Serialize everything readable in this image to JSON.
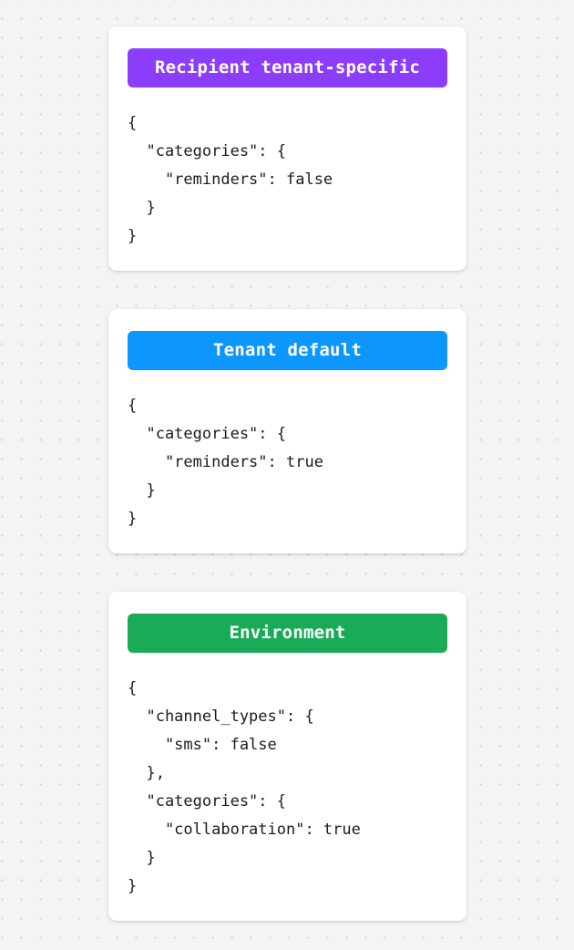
{
  "page": {
    "background_color": "#f4f4f4",
    "dot_color": "#cfcfcf",
    "card_background": "#ffffff",
    "code_text_color": "#1b1b1b"
  },
  "cards": [
    {
      "badge_label": "Recipient tenant-specific",
      "badge_color": "#8b3dfa",
      "code": "{\n  \"categories\": {\n    \"reminders\": false\n  }\n}"
    },
    {
      "badge_label": "Tenant default",
      "badge_color": "#0d96fb",
      "code": "{\n  \"categories\": {\n    \"reminders\": true\n  }\n}"
    },
    {
      "badge_label": "Environment",
      "badge_color": "#1aab58",
      "code": "{\n  \"channel_types\": {\n    \"sms\": false\n  },\n  \"categories\": {\n    \"collaboration\": true\n  }\n}"
    }
  ]
}
